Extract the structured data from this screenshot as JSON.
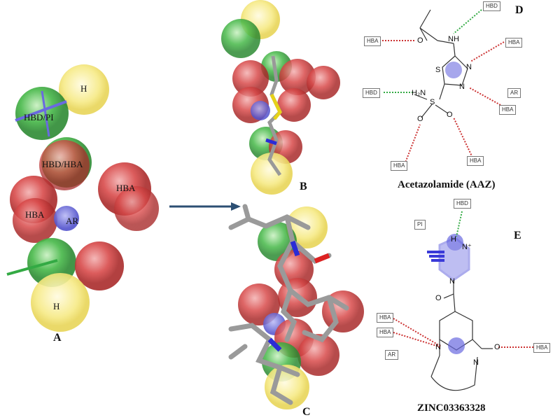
{
  "panels": {
    "A": "A",
    "B": "B",
    "C": "C",
    "D": "D",
    "E": "E"
  },
  "panel_a": {
    "features": {
      "h_top": "H",
      "hbd_pi": "HBD/PI",
      "hbd_hba": "HBD/HBA",
      "hba_right": "HBA",
      "hba_left": "HBA",
      "ar": "AR",
      "h_bottom": "H"
    }
  },
  "panel_d": {
    "caption": "Acetazolamide (AAZ)",
    "boxes": {
      "hbd_top": "HBD",
      "hba_left": "HBA",
      "hba_upper_right": "HBA",
      "hbd_left": "HBD",
      "ar": "AR",
      "hba_right": "HBA",
      "hba_bottom_left": "HBA",
      "hba_bottom_right": "HBA"
    },
    "atoms": {
      "o_carbonyl": "O",
      "nh": "NH",
      "s_ring": "S",
      "n_ring_top": "N",
      "n_ring_bottom": "N",
      "h2n": "H₂N",
      "s_sulfonyl": "S",
      "o_left": "O",
      "o_right": "O"
    }
  },
  "panel_e": {
    "caption": "ZINC03363328",
    "boxes": {
      "hbd_top": "HBD",
      "pi": "PI",
      "hba_1": "HBA",
      "hba_2": "HBA",
      "ar": "AR",
      "hba_right": "HBA"
    },
    "atoms": {
      "h_plus": "H",
      "n_plus": "N⁺",
      "n_ring": "N",
      "o_amide": "O",
      "n_imine": "N",
      "n_lactam": "N",
      "o_lactam": "O"
    }
  },
  "colors": {
    "hba": "#cc3333",
    "hbd": "#33aa44",
    "hydrophobic": "#f2e36a",
    "aromatic": "#6a6ae0",
    "arrow": "#2c4f73"
  }
}
